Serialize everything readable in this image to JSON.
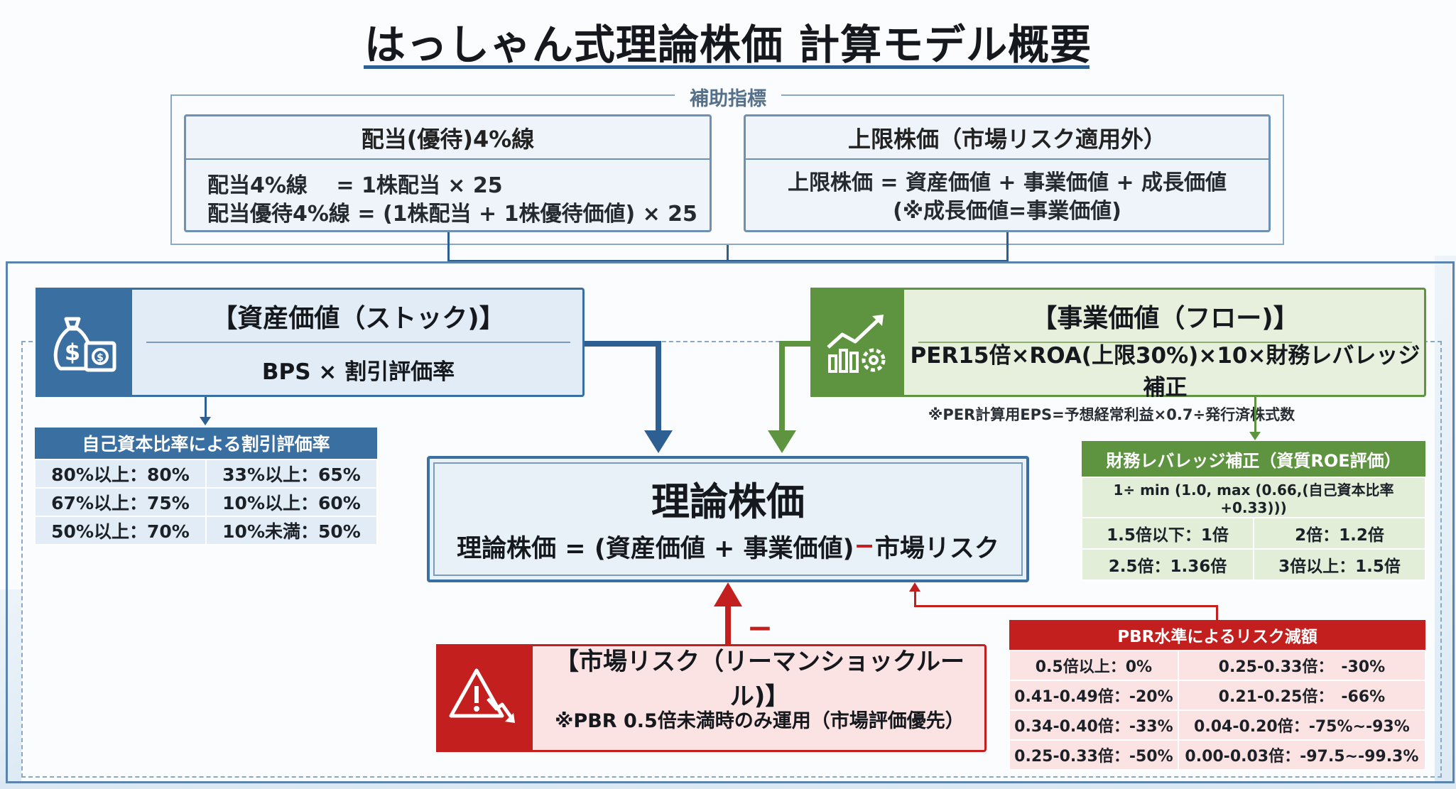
{
  "title": "はっしゃん式理論株価 計算モデル概要",
  "auxiliary": {
    "label": "補助指標",
    "dividend": {
      "title": "配当(優待)4%線",
      "line1": "配当4%線　 = 1株配当 × 25",
      "line2": "配当優待4%線 = (1株配当 + 1株優待価値) × 25"
    },
    "upper": {
      "title": "上限株価（市場リスク適用外）",
      "line1": "上限株価 = 資産価値 + 事業価値 + 成長価値",
      "line2": "(※成長価値=事業価値)"
    }
  },
  "asset": {
    "title": "【資産価値（ストック)】",
    "formula": "BPS × 割引評価率"
  },
  "business": {
    "title": "【事業価値（フロー)】",
    "formula": "PER15倍×ROA(上限30%)×10×財務レバレッジ補正",
    "note": "※PER計算用EPS=予想経常利益×0.7÷発行済株式数"
  },
  "discount_table": {
    "title": "自己資本比率による割引評価率",
    "rows": [
      [
        "80%以上：80%",
        "33%以上：65%"
      ],
      [
        "67%以上：75%",
        "10%以上：60%"
      ],
      [
        "50%以上：70%",
        "10%未満：50%"
      ]
    ]
  },
  "theory": {
    "title": "理論株価",
    "formula_a": "理論株価 = (資産価値 + 事業価値)",
    "formula_minus": " − ",
    "formula_b": "市場リスク"
  },
  "leverage_table": {
    "title": "財務レバレッジ補正（資質ROE評価）",
    "formula": "1÷ min (1.0, max (0.66,(自己資本比率+0.33)))",
    "rows": [
      [
        "1.5倍以下：1倍",
        "2倍：1.2倍"
      ],
      [
        "2.5倍：1.36倍",
        "3倍以上：1.5倍"
      ]
    ]
  },
  "risk": {
    "minus": "−",
    "title": "【市場リスク（リーマンショックルール)】",
    "note": "※PBR 0.5倍未満時のみ運用（市場評価優先）"
  },
  "pbr_table": {
    "title": "PBR水準によるリスク減額",
    "rows": [
      [
        "0.5倍以上：0%",
        "0.25-0.33倍：　-30%"
      ],
      [
        "0.41-0.49倍：-20%",
        "0.21-0.25倍：　-66%"
      ],
      [
        "0.34-0.40倍：-33%",
        "0.04-0.20倍：-75%~-93%"
      ],
      [
        "0.25-0.33倍：-50%",
        "0.00-0.03倍：-97.5~-99.3%"
      ]
    ]
  },
  "colors": {
    "blue": "#3a6fa1",
    "green": "#5e9440",
    "red": "#c41f1f",
    "title_underline": "#2d5f93"
  },
  "icons": {
    "asset": "money-bag-safe-icon",
    "business": "growth-chart-gear-icon",
    "risk": "warning-down-arrow-icon"
  }
}
